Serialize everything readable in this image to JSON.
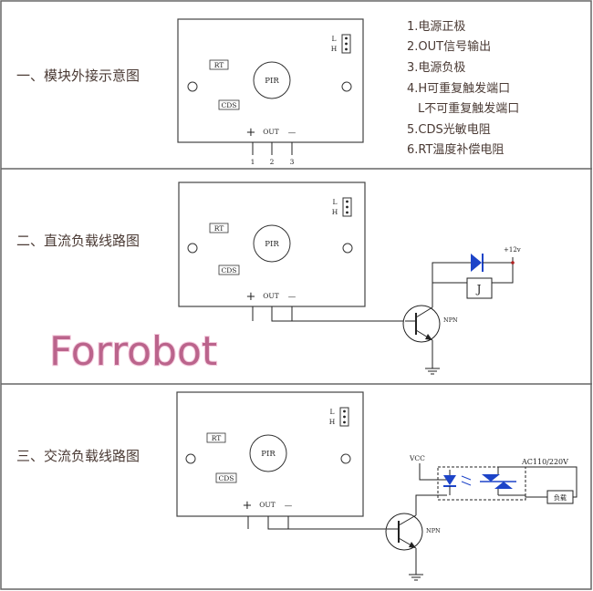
{
  "sections": [
    {
      "title": "一、模块外接示意图"
    },
    {
      "title": "二、直流负载线路图"
    },
    {
      "title": "三、交流负载线路图"
    }
  ],
  "legend": [
    "1.电源正极",
    "2.OUT信号输出",
    "3.电源负极",
    "4.H可重复触发端口",
    "L不可重复触发端口",
    "5.CDS光敏电阻",
    "6.RT温度补偿电阻"
  ],
  "module": {
    "pir": "PIR",
    "rt": "RT",
    "cds": "CDS",
    "out": "OUT",
    "plus": "+",
    "minus": "—",
    "jumper_l": "L",
    "jumper_h": "H"
  },
  "pins": [
    "1",
    "2",
    "3"
  ],
  "dc": {
    "supply": "+12v",
    "relay": "J",
    "transistor": "NPN"
  },
  "ac": {
    "vcc": "VCC",
    "mains": "AC110/220V",
    "load": "负载",
    "transistor": "NPN"
  },
  "watermark": "Forrobot",
  "colors": {
    "diode": "#1d44c8",
    "border": "#555555",
    "brand": "#b04a78"
  }
}
